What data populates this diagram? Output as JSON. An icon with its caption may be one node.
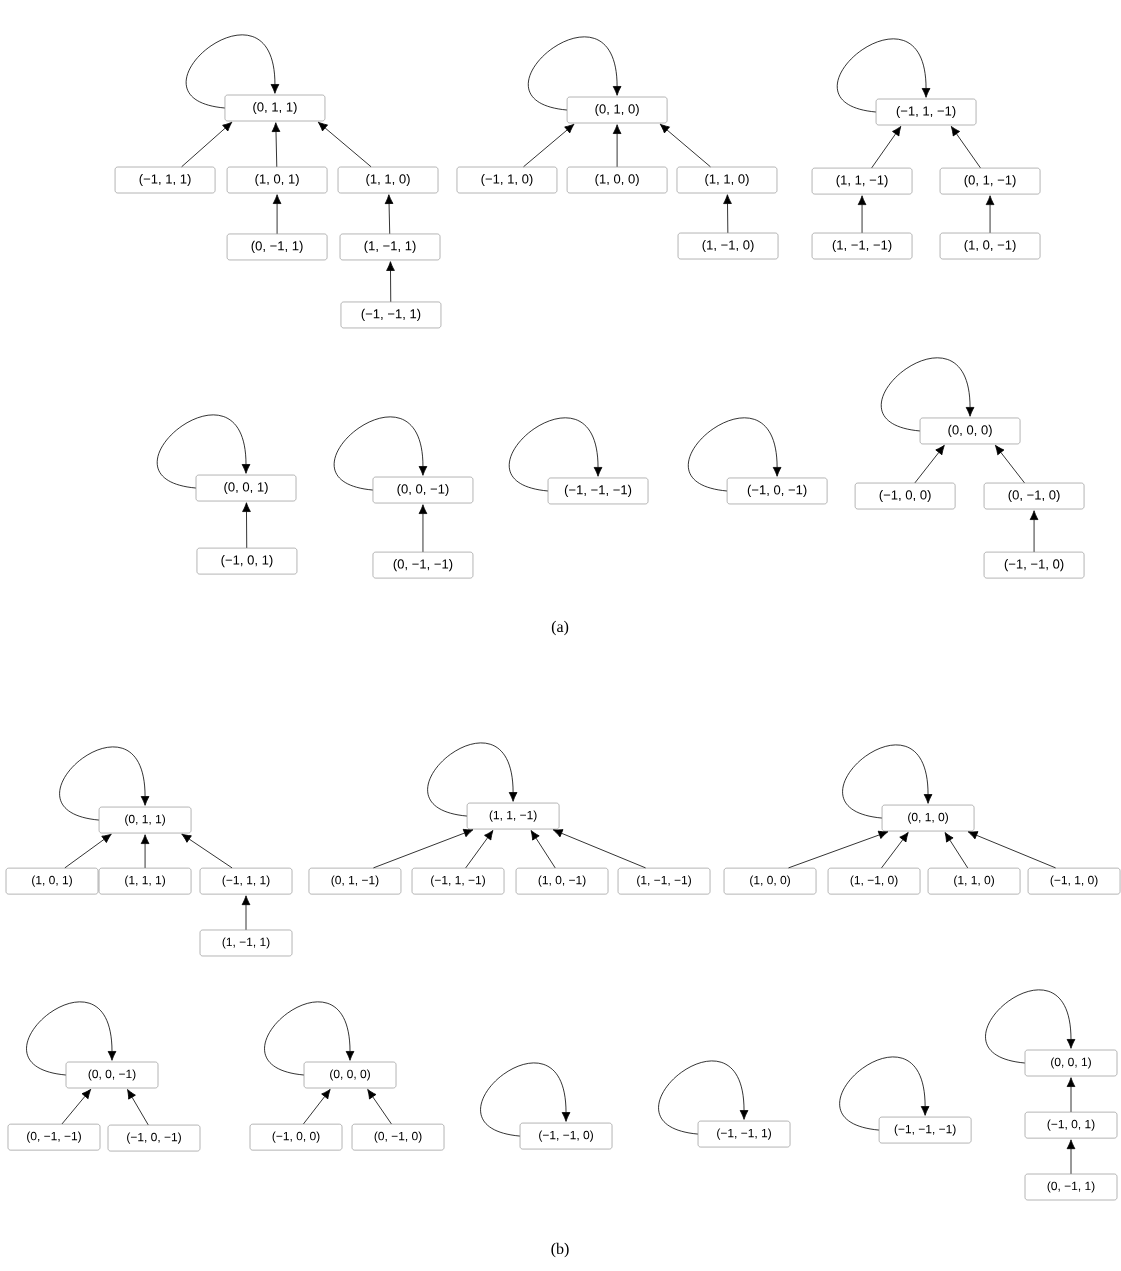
{
  "diagram": {
    "nodes": [
      {
        "text": [
          "(0, 1, 1)"
        ]
      },
      {
        "text": [
          "(−1, 1, 1)"
        ]
      },
      {
        "text": [
          "(1, 0, 1)"
        ]
      },
      {
        "text": [
          "(1, 1, 0)"
        ]
      },
      {
        "text": [
          "(0, −1, 1)"
        ]
      },
      {
        "text": [
          "(1, −1, 1)"
        ]
      },
      {
        "text": [
          "(−1, −1, 1)"
        ]
      },
      {
        "text": [
          "(0, 1, 0)"
        ]
      },
      {
        "text": [
          "(−1, 1, 0)"
        ]
      },
      {
        "text": [
          "(1, 0, 0)"
        ]
      },
      {
        "text": [
          "(1, 1, 0)"
        ]
      },
      {
        "text": [
          "(1, −1, 0)"
        ]
      },
      {
        "text": [
          "(−1, 1, −1)"
        ]
      },
      {
        "text": [
          "(1, 1, −1)"
        ]
      },
      {
        "text": [
          "(0, 1, −1)"
        ]
      },
      {
        "text": [
          "(1, −1, −1)"
        ]
      },
      {
        "text": [
          "(1, 0, −1)"
        ]
      },
      {
        "text": [
          "(0, 0, 1)"
        ]
      },
      {
        "text": [
          "(−1, 0, 1)"
        ]
      },
      {
        "text": [
          "(0, 0, −1)"
        ]
      },
      {
        "text": [
          "(0, −1, −1)"
        ]
      },
      {
        "text": [
          "(−1, −1, −1)"
        ]
      },
      {
        "text": [
          "(−1, 0, −1)"
        ]
      },
      {
        "text": [
          "(0, 0, 0)"
        ]
      },
      {
        "text": [
          "(−1, 0, 0)"
        ]
      },
      {
        "text": [
          "(0, −1, 0)"
        ]
      },
      {
        "text": [
          "(−1, −1, 0)"
        ]
      },
      {
        "text": [
          "(0, 1, 1)"
        ]
      },
      {
        "text": [
          "(1, 0, 1)"
        ]
      },
      {
        "text": [
          "(1, 1, 1)"
        ]
      },
      {
        "text": [
          "(−1, 1, 1)"
        ]
      },
      {
        "text": [
          "(1, −1, 1)"
        ]
      },
      {
        "text": [
          "(1, 1, −1)"
        ]
      },
      {
        "text": [
          "(0, 1, −1)"
        ]
      },
      {
        "text": [
          "(−1, 1, −1)"
        ]
      },
      {
        "text": [
          "(1, 0, −1)"
        ]
      },
      {
        "text": [
          "(1, −1, −1)"
        ]
      },
      {
        "text": [
          "(0, 1, 0)"
        ]
      },
      {
        "text": [
          "(1, 0, 0)"
        ]
      },
      {
        "text": [
          "(1, −1, 0)"
        ]
      },
      {
        "text": [
          "(1, 1, 0)"
        ]
      },
      {
        "text": [
          "(−1, 1, 0)"
        ]
      },
      {
        "text": [
          "(0, 0, −1)"
        ]
      },
      {
        "text": [
          "(0, −1, −1)"
        ]
      },
      {
        "text": [
          "(−1, 0, −1)"
        ]
      },
      {
        "text": [
          "(0, 0, 0)"
        ]
      },
      {
        "text": [
          "(−1, 0, 0)"
        ]
      },
      {
        "text": [
          "(0, −1, 0)"
        ]
      },
      {
        "text": [
          "(−1, −1, 0)"
        ]
      },
      {
        "text": [
          "(−1, −1, 1)"
        ]
      },
      {
        "text": [
          "(−1, −1, −1)"
        ]
      },
      {
        "text": [
          "(0, 0, 1)"
        ]
      },
      {
        "text": [
          "(−1, 0, 1)"
        ]
      },
      {
        "text": [
          "(0, −1, 1)"
        ]
      }
    ],
    "edges": [
      {
        "from": 0,
        "to": 0,
        "arrow": "to"
      },
      {
        "from": 1,
        "to": 0,
        "arrow": "to"
      },
      {
        "from": 2,
        "to": 0,
        "arrow": "to"
      },
      {
        "from": 3,
        "to": 0,
        "arrow": "to"
      },
      {
        "from": 4,
        "to": 2,
        "arrow": "to"
      },
      {
        "from": 5,
        "to": 3,
        "arrow": "to"
      },
      {
        "from": 6,
        "to": 5,
        "arrow": "to"
      },
      {
        "from": 7,
        "to": 7,
        "arrow": "to"
      },
      {
        "from": 8,
        "to": 7,
        "arrow": "to"
      },
      {
        "from": 9,
        "to": 7,
        "arrow": "to"
      },
      {
        "from": 10,
        "to": 7,
        "arrow": "to"
      },
      {
        "from": 11,
        "to": 10,
        "arrow": "to"
      },
      {
        "from": 12,
        "to": 12,
        "arrow": "to"
      },
      {
        "from": 13,
        "to": 12,
        "arrow": "to"
      },
      {
        "from": 14,
        "to": 12,
        "arrow": "to"
      },
      {
        "from": 15,
        "to": 13,
        "arrow": "to"
      },
      {
        "from": 16,
        "to": 14,
        "arrow": "to"
      },
      {
        "from": 17,
        "to": 17,
        "arrow": "to"
      },
      {
        "from": 18,
        "to": 17,
        "arrow": "to"
      },
      {
        "from": 19,
        "to": 19,
        "arrow": "to"
      },
      {
        "from": 20,
        "to": 19,
        "arrow": "to"
      },
      {
        "from": 21,
        "to": 21,
        "arrow": "to"
      },
      {
        "from": 22,
        "to": 22,
        "arrow": "to"
      },
      {
        "from": 23,
        "to": 23,
        "arrow": "to"
      },
      {
        "from": 24,
        "to": 23,
        "arrow": "to"
      },
      {
        "from": 25,
        "to": 23,
        "arrow": "to"
      },
      {
        "from": 26,
        "to": 25,
        "arrow": "to"
      },
      {
        "from": 27,
        "to": 27,
        "arrow": "to"
      },
      {
        "from": 28,
        "to": 27,
        "arrow": "to"
      },
      {
        "from": 29,
        "to": 27,
        "arrow": "to"
      },
      {
        "from": 30,
        "to": 27,
        "arrow": "to"
      },
      {
        "from": 31,
        "to": 30,
        "arrow": "to"
      },
      {
        "from": 32,
        "to": 32,
        "arrow": "to"
      },
      {
        "from": 33,
        "to": 32,
        "arrow": "to"
      },
      {
        "from": 34,
        "to": 32,
        "arrow": "to"
      },
      {
        "from": 35,
        "to": 32,
        "arrow": "to"
      },
      {
        "from": 36,
        "to": 32,
        "arrow": "to"
      },
      {
        "from": 37,
        "to": 37,
        "arrow": "to"
      },
      {
        "from": 38,
        "to": 37,
        "arrow": "to"
      },
      {
        "from": 39,
        "to": 37,
        "arrow": "to"
      },
      {
        "from": 40,
        "to": 37,
        "arrow": "to"
      },
      {
        "from": 41,
        "to": 37,
        "arrow": "to"
      },
      {
        "from": 42,
        "to": 42,
        "arrow": "to"
      },
      {
        "from": 43,
        "to": 42,
        "arrow": "to"
      },
      {
        "from": 44,
        "to": 42,
        "arrow": "to"
      },
      {
        "from": 45,
        "to": 45,
        "arrow": "to"
      },
      {
        "from": 46,
        "to": 45,
        "arrow": "to"
      },
      {
        "from": 47,
        "to": 45,
        "arrow": "to"
      },
      {
        "from": 48,
        "to": 48,
        "arrow": "to"
      },
      {
        "from": 49,
        "to": 49,
        "arrow": "to"
      },
      {
        "from": 50,
        "to": 50,
        "arrow": "to"
      },
      {
        "from": 51,
        "to": 51,
        "arrow": "to"
      },
      {
        "from": 52,
        "to": 51,
        "arrow": "to"
      },
      {
        "from": 53,
        "to": 52,
        "arrow": "to"
      }
    ],
    "labels": [
      "(a)",
      "(b)"
    ]
  }
}
